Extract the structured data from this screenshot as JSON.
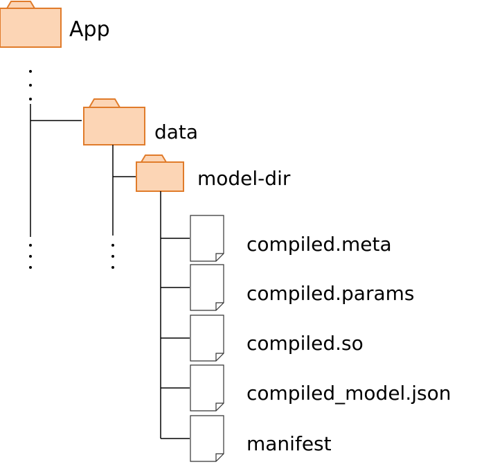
{
  "root": {
    "label": "App",
    "icon": "folder-icon"
  },
  "data_folder": {
    "label": "data",
    "icon": "folder-icon"
  },
  "model_dir": {
    "label": "model-dir",
    "icon": "folder-icon"
  },
  "files": [
    {
      "label": "compiled.meta",
      "icon": "file-icon"
    },
    {
      "label": "compiled.params",
      "icon": "file-icon"
    },
    {
      "label": "compiled.so",
      "icon": "file-icon"
    },
    {
      "label": "compiled_model.json",
      "icon": "file-icon"
    },
    {
      "label": "manifest",
      "icon": "file-icon"
    }
  ],
  "colors": {
    "folder_fill": "#fcd5b5",
    "folder_stroke": "#e07b2a",
    "line": "#000000"
  }
}
